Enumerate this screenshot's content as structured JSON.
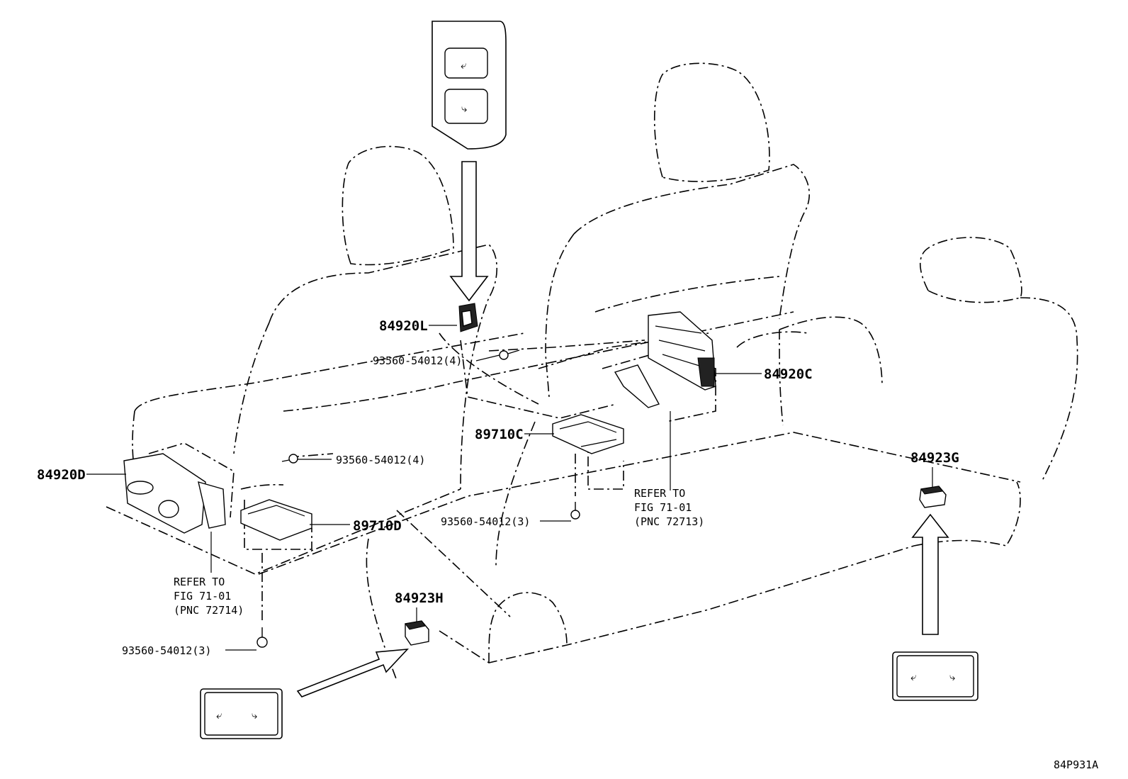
{
  "figure_code": "84P931A",
  "callouts": {
    "p84920L": "84920L",
    "p84920C": "84920C",
    "p84920D": "84920D",
    "p89710C": "89710C",
    "p89710D": "89710D",
    "p84923G": "84923G",
    "p84923H": "84923H",
    "bolt_top": "93560-54012(4)",
    "bolt_left": "93560-54012(4)",
    "bolt_mid": "93560-54012(3)",
    "bolt_bottom": "93560-54012(3)"
  },
  "refs": {
    "right": {
      "line1": "REFER TO",
      "line2": "FIG 71-01",
      "line3": "(PNC 72713)"
    },
    "left": {
      "line1": "REFER TO",
      "line2": "FIG 71-01",
      "line3": "(PNC 72714)"
    }
  },
  "icons": {
    "top_panel": [
      "seat-recline-icon",
      "seat-lift-icon"
    ],
    "bottom_left_panel": [
      "seat-fold-icon",
      "seat-return-icon"
    ],
    "bottom_right_panel": [
      "seat-recline-icon",
      "seat-fold-icon"
    ]
  }
}
